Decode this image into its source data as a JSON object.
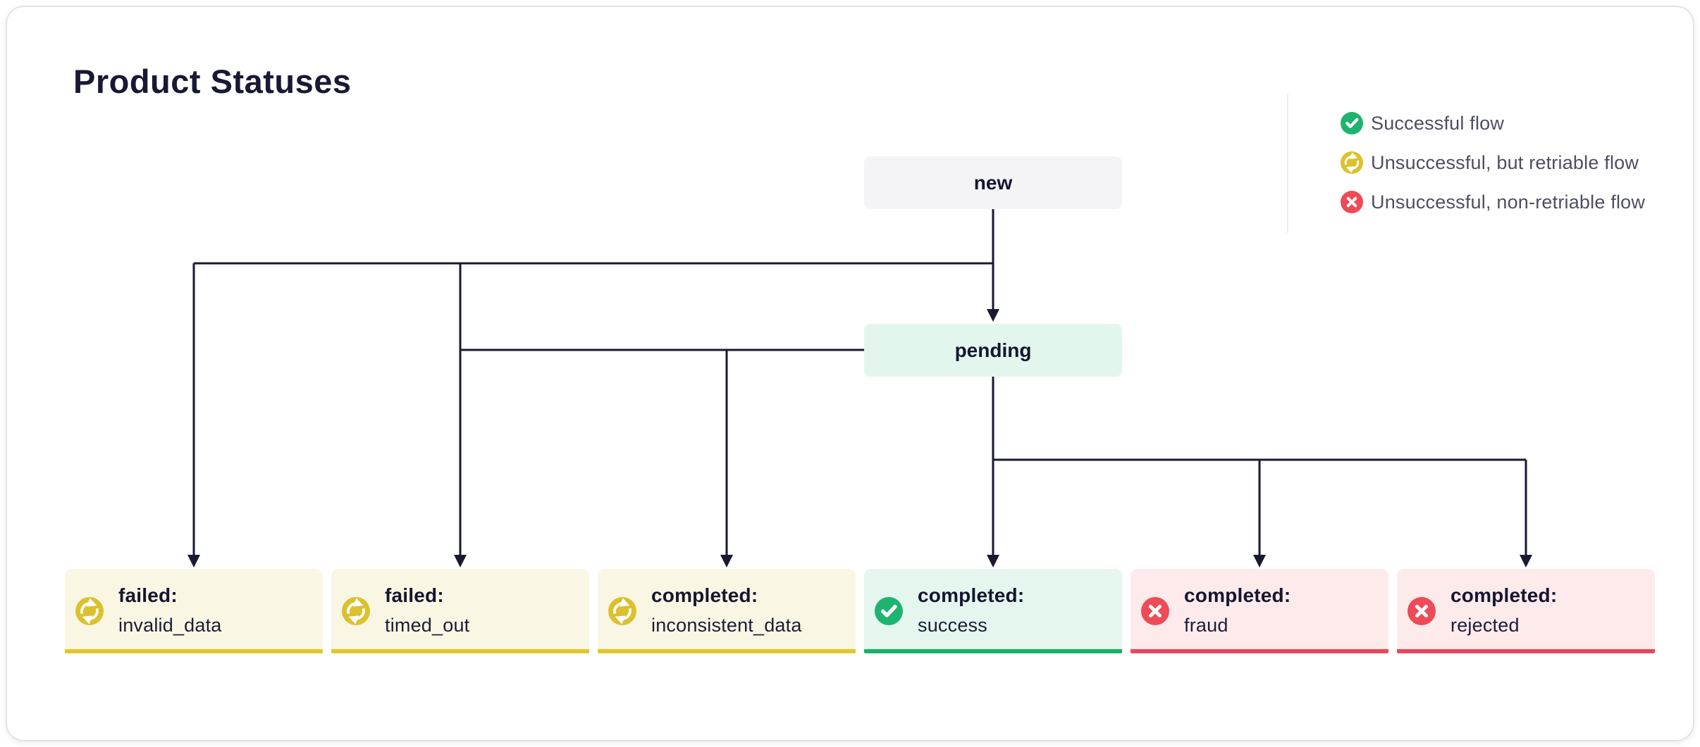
{
  "title": "Product Statuses",
  "legend": {
    "items": [
      {
        "icon": "check-circle-icon",
        "label": "Successful flow",
        "color": "#1eb470"
      },
      {
        "icon": "retry-circle-icon",
        "label": "Unsuccessful, but retriable flow",
        "color": "#dcc12d"
      },
      {
        "icon": "x-circle-icon",
        "label": "Unsuccessful, non-retriable flow",
        "color": "#ee4a57"
      }
    ]
  },
  "nodes": {
    "new": {
      "label": "new"
    },
    "pending": {
      "label": "pending"
    }
  },
  "statuses": [
    {
      "status": "failed:",
      "reason": "invalid_data",
      "kind": "retriable"
    },
    {
      "status": "failed:",
      "reason": "timed_out",
      "kind": "retriable"
    },
    {
      "status": "completed:",
      "reason": "inconsistent_data",
      "kind": "retriable"
    },
    {
      "status": "completed:",
      "reason": "success",
      "kind": "success"
    },
    {
      "status": "completed:",
      "reason": "fraud",
      "kind": "failure"
    },
    {
      "status": "completed:",
      "reason": "rejected",
      "kind": "failure"
    }
  ],
  "edges": [
    {
      "from": "new",
      "to": "pending"
    },
    {
      "from": "new",
      "to": "failed: invalid_data"
    },
    {
      "from": "new",
      "to": "failed: timed_out"
    },
    {
      "from": "pending",
      "to": "failed: timed_out"
    },
    {
      "from": "pending",
      "to": "completed: inconsistent_data"
    },
    {
      "from": "pending",
      "to": "completed: success"
    },
    {
      "from": "pending",
      "to": "completed: fraud"
    },
    {
      "from": "pending",
      "to": "completed: rejected"
    }
  ],
  "colors": {
    "success": "#1eb470",
    "retriable": "#dcc12d",
    "failure": "#ee4a57",
    "success_bg": "#e4f6ee",
    "retriable_bg": "#faf6e4",
    "failure_bg": "#fdebec",
    "node_new_bg": "#f4f4f6",
    "node_pending_bg": "#e2f6ed",
    "text_dark": "#15152f",
    "legend_text": "#4e4e62",
    "connector_line": "#191930"
  }
}
